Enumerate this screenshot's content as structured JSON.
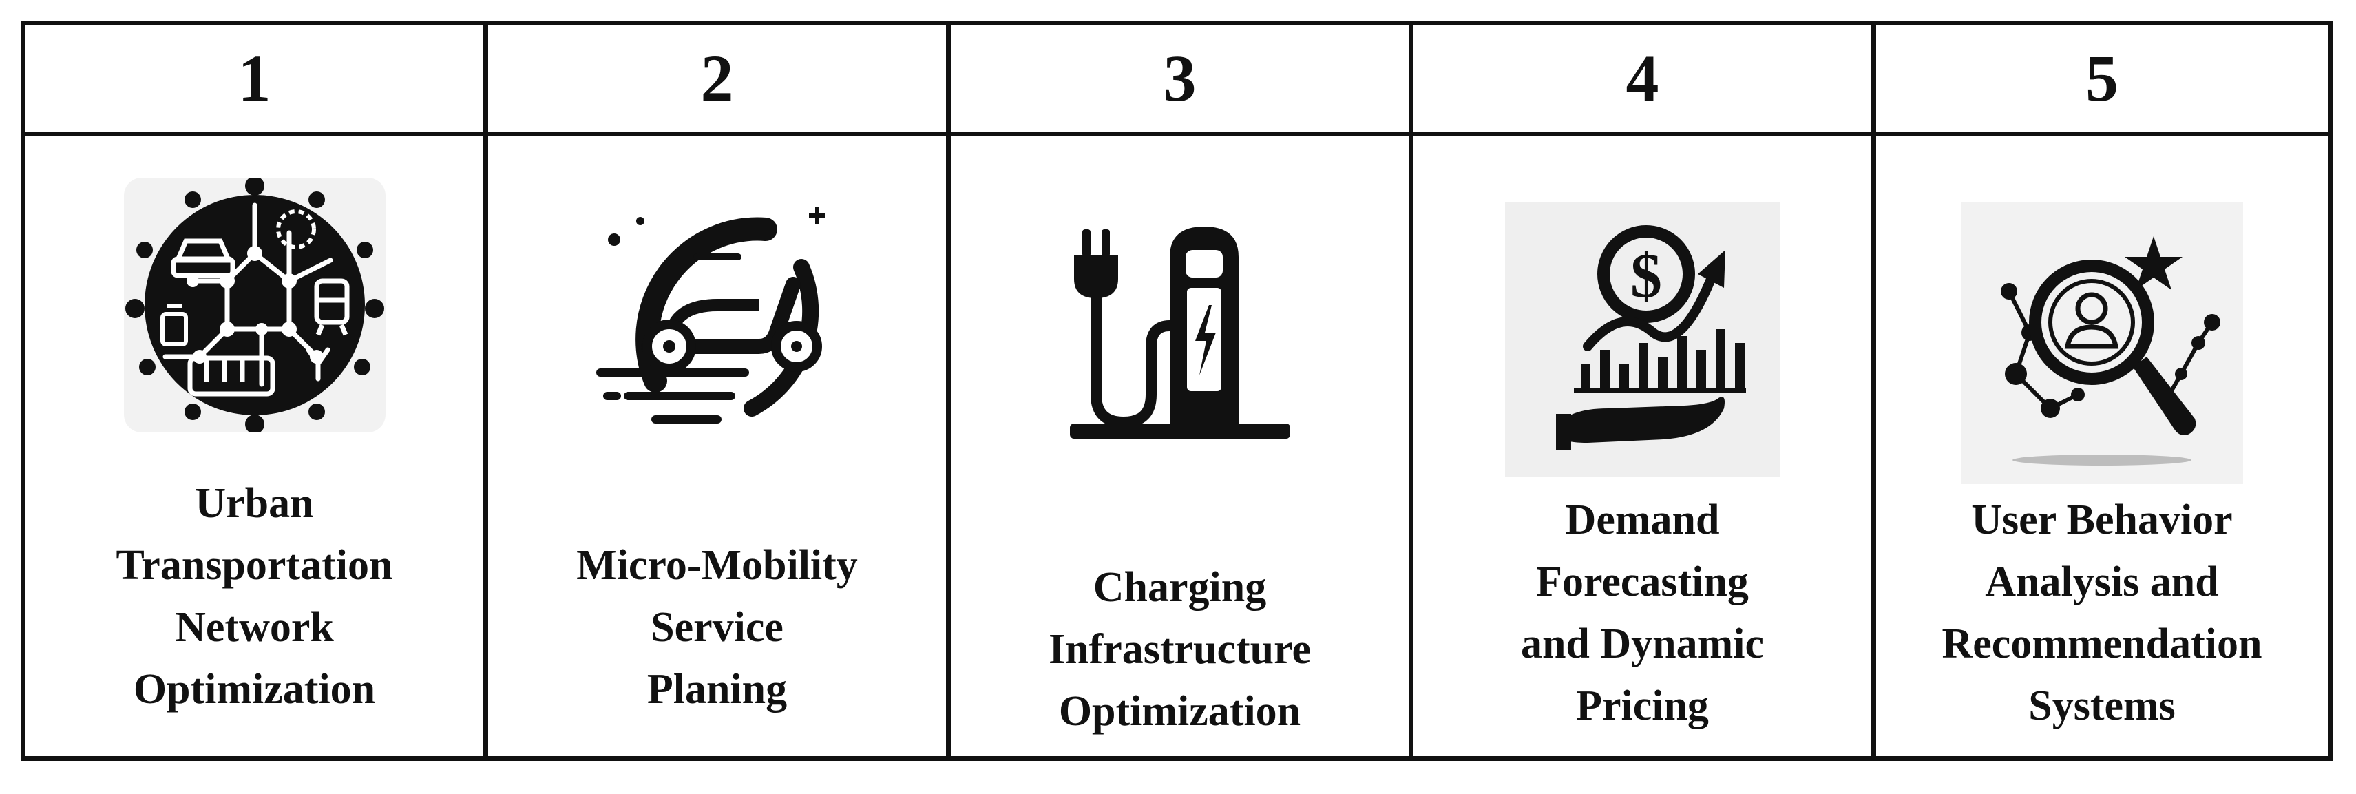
{
  "columns": [
    {
      "number": "1",
      "icon": "transport-network-icon",
      "label_lines": [
        "Urban",
        "Transportation",
        "Network",
        "Optimization"
      ]
    },
    {
      "number": "2",
      "icon": "scooter-icon",
      "label_lines": [
        "Micro-Mobility",
        "Service",
        "Planing"
      ]
    },
    {
      "number": "3",
      "icon": "charging-station-icon",
      "label_lines": [
        "Charging",
        "Infrastructure",
        "Optimization"
      ]
    },
    {
      "number": "4",
      "icon": "pricing-forecast-icon",
      "label_lines": [
        "Demand",
        "Forecasting",
        "and Dynamic",
        "Pricing"
      ]
    },
    {
      "number": "5",
      "icon": "user-analysis-icon",
      "label_lines": [
        "User Behavior",
        "Analysis and",
        "Recommendation",
        "Systems"
      ]
    }
  ],
  "colors": {
    "ink": "#111111",
    "tile_background": "#efefef"
  }
}
